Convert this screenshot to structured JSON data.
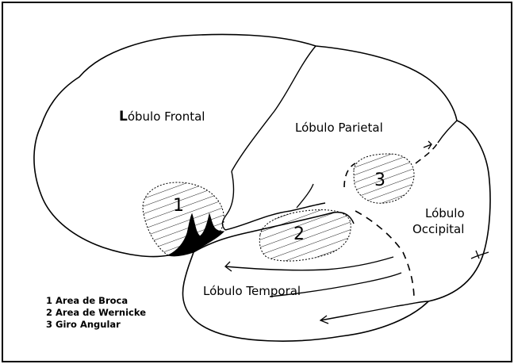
{
  "lobes": {
    "frontal_first": "L",
    "frontal_rest": "óbulo Frontal",
    "parietal": "Lóbulo Parietal",
    "occipital_line1": "Lóbulo",
    "occipital_line2": "Occipital",
    "temporal": "Lóbulo Temporal"
  },
  "areas": {
    "broca_num": "1",
    "wernicke_num": "2",
    "angular_num": "3"
  },
  "legend": {
    "item1": "1 Area de Broca",
    "item2": "2 Area de Wernicke",
    "item3": "3 Giro Angular"
  },
  "colors": {
    "ink": "#000000",
    "background": "#ffffff"
  }
}
